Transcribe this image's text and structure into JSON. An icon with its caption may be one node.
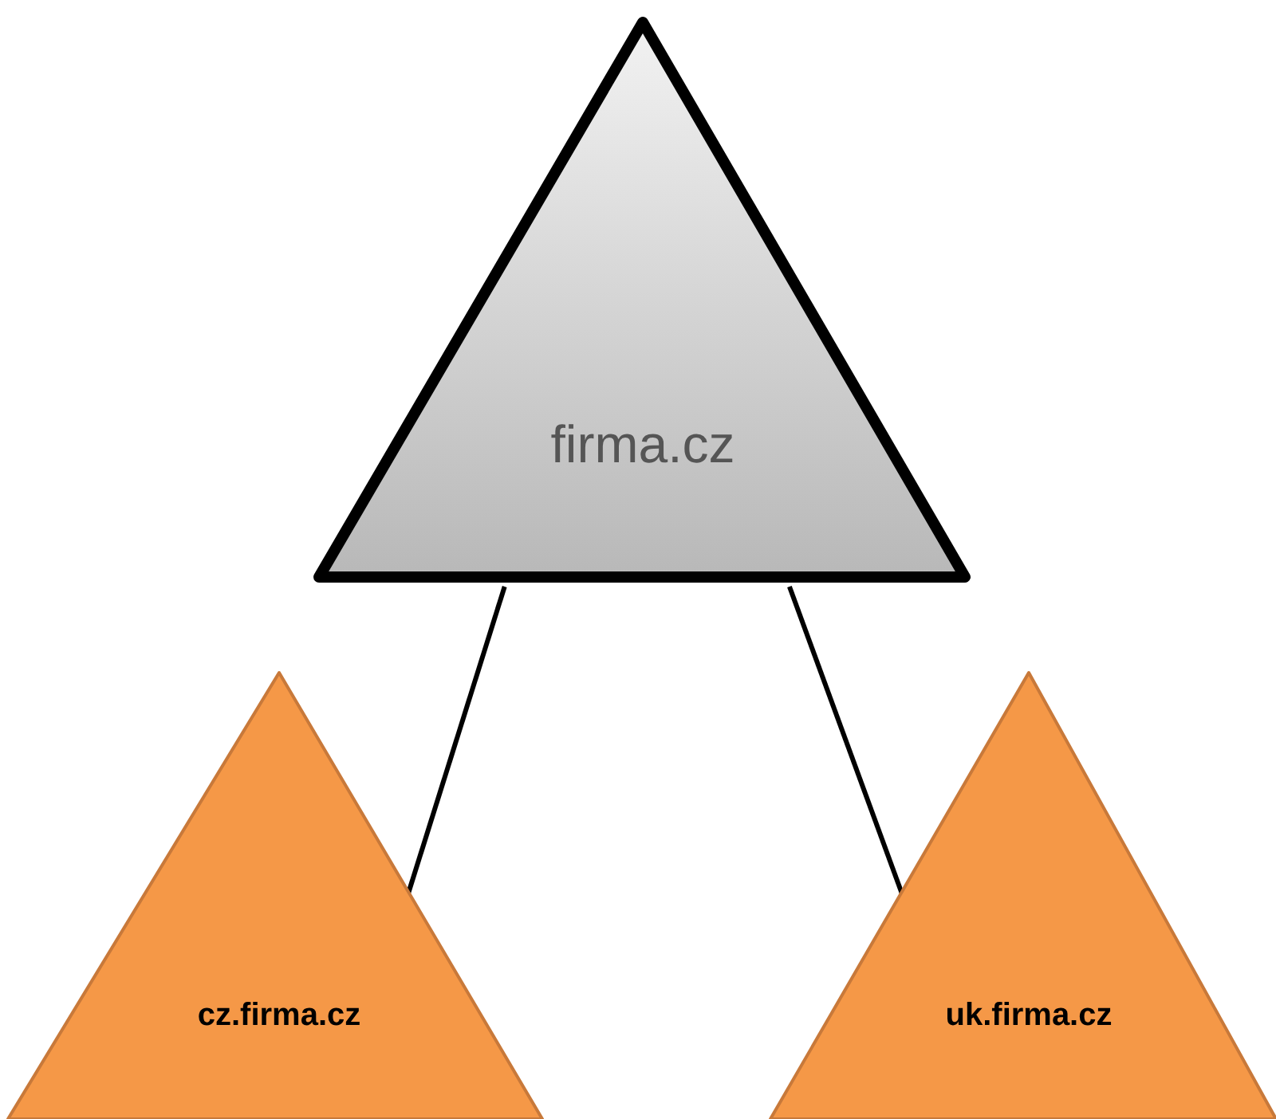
{
  "diagram": {
    "nodes": [
      {
        "text": [
          "firma.cz"
        ]
      },
      {
        "text": [
          "cz.firma.cz"
        ]
      },
      {
        "text": [
          "uk.firma.cz"
        ]
      }
    ],
    "edges": [
      {
        "from": 0,
        "to": 1,
        "arrow": "none"
      },
      {
        "from": 0,
        "to": 2,
        "arrow": "none"
      }
    ]
  }
}
